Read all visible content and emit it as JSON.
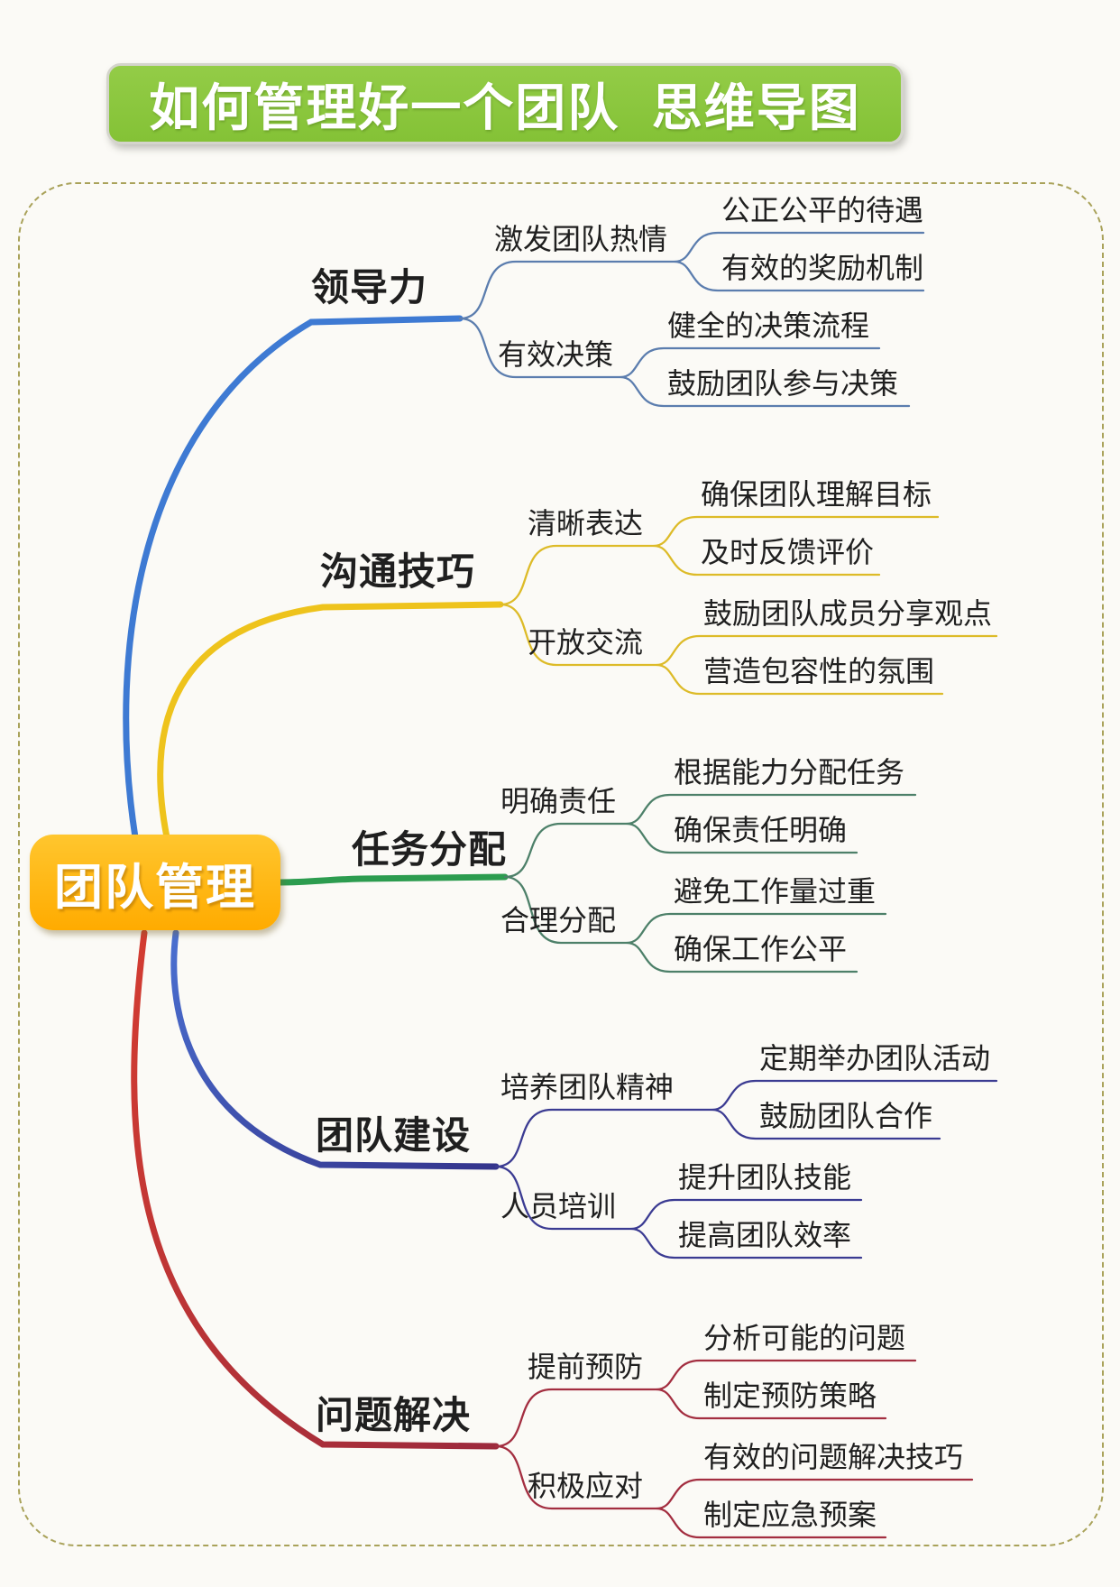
{
  "title": {
    "text": "如何管理好一个团队 思维导图",
    "bg_color": "#8dc63f"
  },
  "root": {
    "label": "团队管理",
    "bg_color": "#ffb515"
  },
  "branches": [
    {
      "label": "领导力",
      "color": "#3e7ad3",
      "line_color": "#5b7dae",
      "children": [
        {
          "label": "激发团队热情",
          "leaves": [
            "公正公平的待遇",
            "有效的奖励机制"
          ]
        },
        {
          "label": "有效决策",
          "leaves": [
            "健全的决策流程",
            "鼓励团队参与决策"
          ]
        }
      ]
    },
    {
      "label": "沟通技巧",
      "color": "#eec31c",
      "line_color": "#ddbb28",
      "children": [
        {
          "label": "清晰表达",
          "leaves": [
            "确保团队理解目标",
            "及时反馈评价"
          ]
        },
        {
          "label": "开放交流",
          "leaves": [
            "鼓励团队成员分享观点",
            "营造包容性的氛围"
          ]
        }
      ]
    },
    {
      "label": "任务分配",
      "color": "#2c9c4f",
      "line_color": "#4d8069",
      "children": [
        {
          "label": "明确责任",
          "leaves": [
            "根据能力分配任务",
            "确保责任明确"
          ]
        },
        {
          "label": "合理分配",
          "leaves": [
            "避免工作量过重",
            "确保工作公平"
          ]
        }
      ]
    },
    {
      "label": "团队建设",
      "color": "#3d3d99",
      "line_color": "#3b3b92",
      "children": [
        {
          "label": "培养团队精神",
          "leaves": [
            "定期举办团队活动",
            "鼓励团队合作"
          ]
        },
        {
          "label": "人员培训",
          "leaves": [
            "提升团队技能",
            "提高团队效率"
          ]
        }
      ]
    },
    {
      "label": "问题解决",
      "color": "#b13038",
      "line_color": "#a32e40",
      "children": [
        {
          "label": "提前预防",
          "leaves": [
            "分析可能的问题",
            "制定预防策略"
          ]
        },
        {
          "label": "积极应对",
          "leaves": [
            "有效的问题解决技巧",
            "制定应急预案"
          ]
        }
      ]
    }
  ]
}
